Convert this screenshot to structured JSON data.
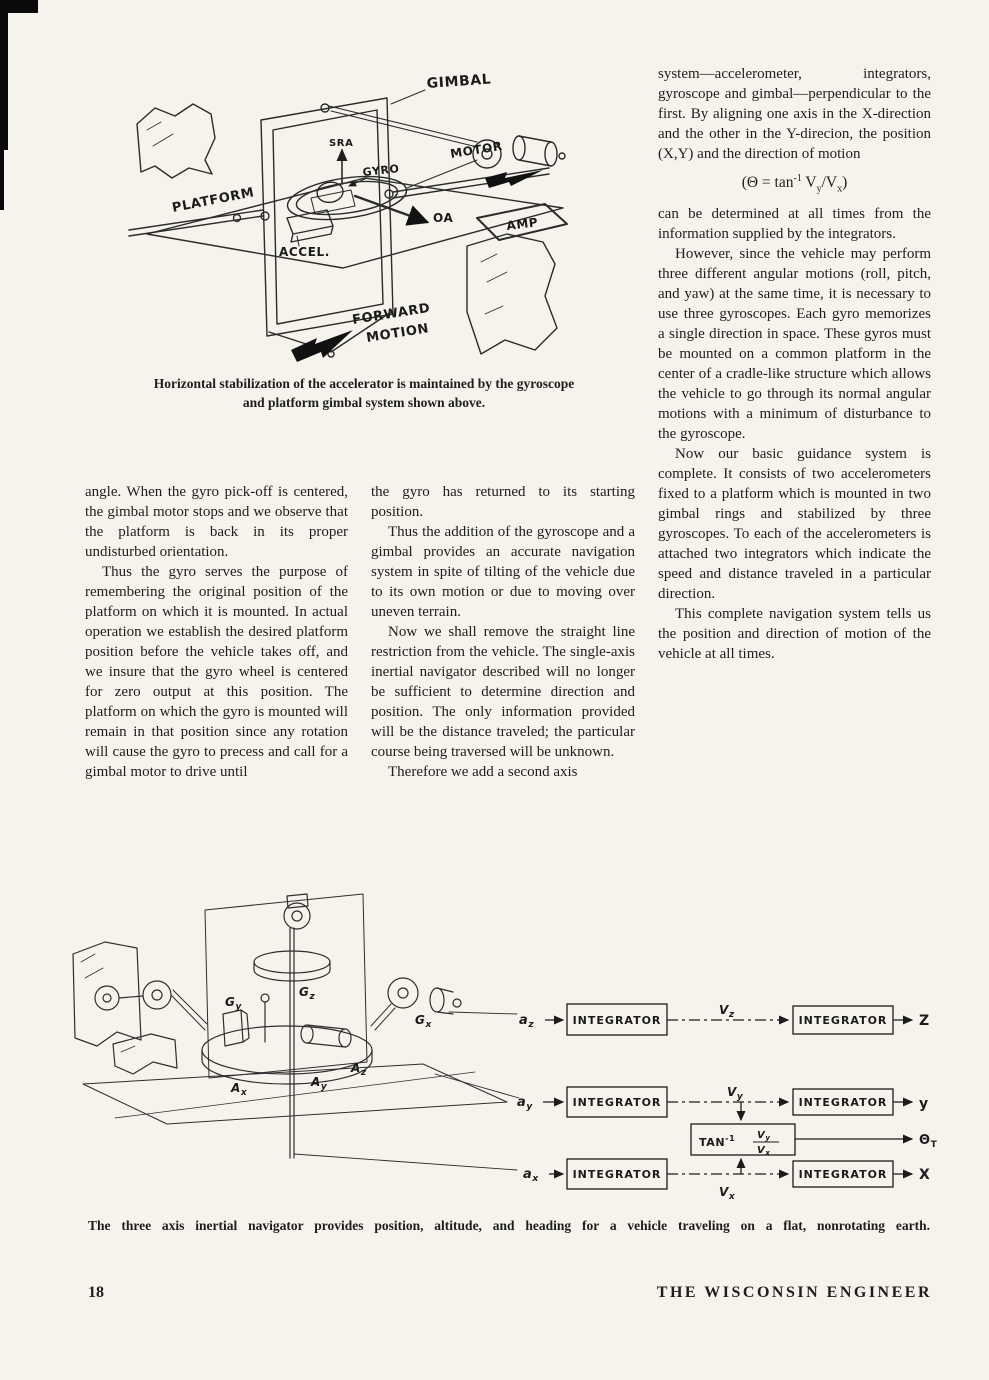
{
  "figure1": {
    "labels": {
      "gimbal": "GIMBAL",
      "sra": "SRA",
      "gyro": "GYRO",
      "motor": "MOTOR",
      "platform": "PLATFORM",
      "oa": "OA",
      "accel": "ACCEL.",
      "amp": "AMP",
      "forward": "FORWARD",
      "motion": "MOTION"
    },
    "caption": "Horizontal stabilization of the accelerator is maintained by the gyroscope and platform gimbal system shown above."
  },
  "columns": {
    "left": [
      "angle. When the gyro pick-off is centered, the gimbal motor stops and we observe that the platform is back in its proper undisturbed orientation.",
      "Thus the gyro serves the purpose of remembering the original position of the platform on which it is mounted. In actual operation we establish the desired platform position before the vehicle takes off, and we insure that the gyro wheel is centered for zero output at this position. The platform on which the gyro is mounted will remain in that position since any rotation will cause the gyro to precess and call for a gimbal motor to drive until"
    ],
    "middle": [
      "the gyro has returned to its starting position.",
      "Thus the addition of the gyroscope and a gimbal provides an accurate navigation system in spite of tilting of the vehicle due to its own motion or due to moving over uneven terrain.",
      "Now we shall remove the straight line restriction from the vehicle. The single-axis inertial navigator described will no longer be sufficient to determine direction and position. The only information provided will be the distance traveled; the particular course being traversed will be unknown.",
      "Therefore we add a second axis"
    ],
    "right": {
      "p1": "system—accelerometer, integrators, gyroscope and gimbal—perpendicular to the first. By aligning one axis in the X-direction and the other in the Y-direcion, the position (X,Y) and the direction of motion",
      "equation": {
        "prefix": "(Θ = tan",
        "sup": "-1",
        "mid": " V",
        "sub1": "y",
        "mid2": "/V",
        "sub2": "x",
        "suffix": ")"
      },
      "p2": "can be determined at all times from the information supplied by the integrators.",
      "p3": "However, since the vehicle may perform three different angular motions (roll, pitch, and yaw) at the same time, it is necessary to use three gyroscopes. Each gyro memorizes a single direction in space. These gyros must be mounted on a common platform in the center of a cradle-like structure which allows the vehicle to go through its normal angular motions with a minimum of disturbance to the gyroscope.",
      "p4": "Now our basic guidance system is complete. It consists of two accelerometers fixed to a platform which is mounted in two gimbal rings and stabilized by three gyroscopes. To each of the accelerometers is attached two integrators which indicate the speed and distance traveled in a particular direction.",
      "p5": "This complete navigation system tells us the position and direction of motion of the vehicle at all times."
    }
  },
  "figure2": {
    "sketch_labels": {
      "gy_main": "G",
      "gy_sub": "y",
      "gz_main": "G",
      "gz_sub": "z",
      "gx_main": "G",
      "gx_sub": "x",
      "az_main": "A",
      "az_sub": "z",
      "ay_main": "A",
      "ay_sub": "y",
      "ax_main": "A",
      "ax_sub": "x"
    },
    "diagram": {
      "integrator": "INTEGRATOR",
      "rows": [
        {
          "in_main": "a",
          "in_sub": "z",
          "v_main": "V",
          "v_sub": "z",
          "out": "Z"
        },
        {
          "in_main": "a",
          "in_sub": "y",
          "v_main": "V",
          "v_sub": "y",
          "out": "y"
        },
        {
          "in_main": "a",
          "in_sub": "x",
          "v_main": "V",
          "v_sub": "x",
          "out": "X"
        }
      ],
      "tan": {
        "main": "TAN",
        "sup": "-1",
        "num_main": "V",
        "num_sub": "y",
        "den_main": "V",
        "den_sub": "x"
      },
      "theta_main": "Θ",
      "theta_sub": "T"
    },
    "caption": "The three axis inertial navigator provides position, altitude, and heading for a vehicle traveling on a flat, nonrotating earth."
  },
  "footer": {
    "page_number": "18",
    "journal": "THE WISCONSIN ENGINEER"
  }
}
